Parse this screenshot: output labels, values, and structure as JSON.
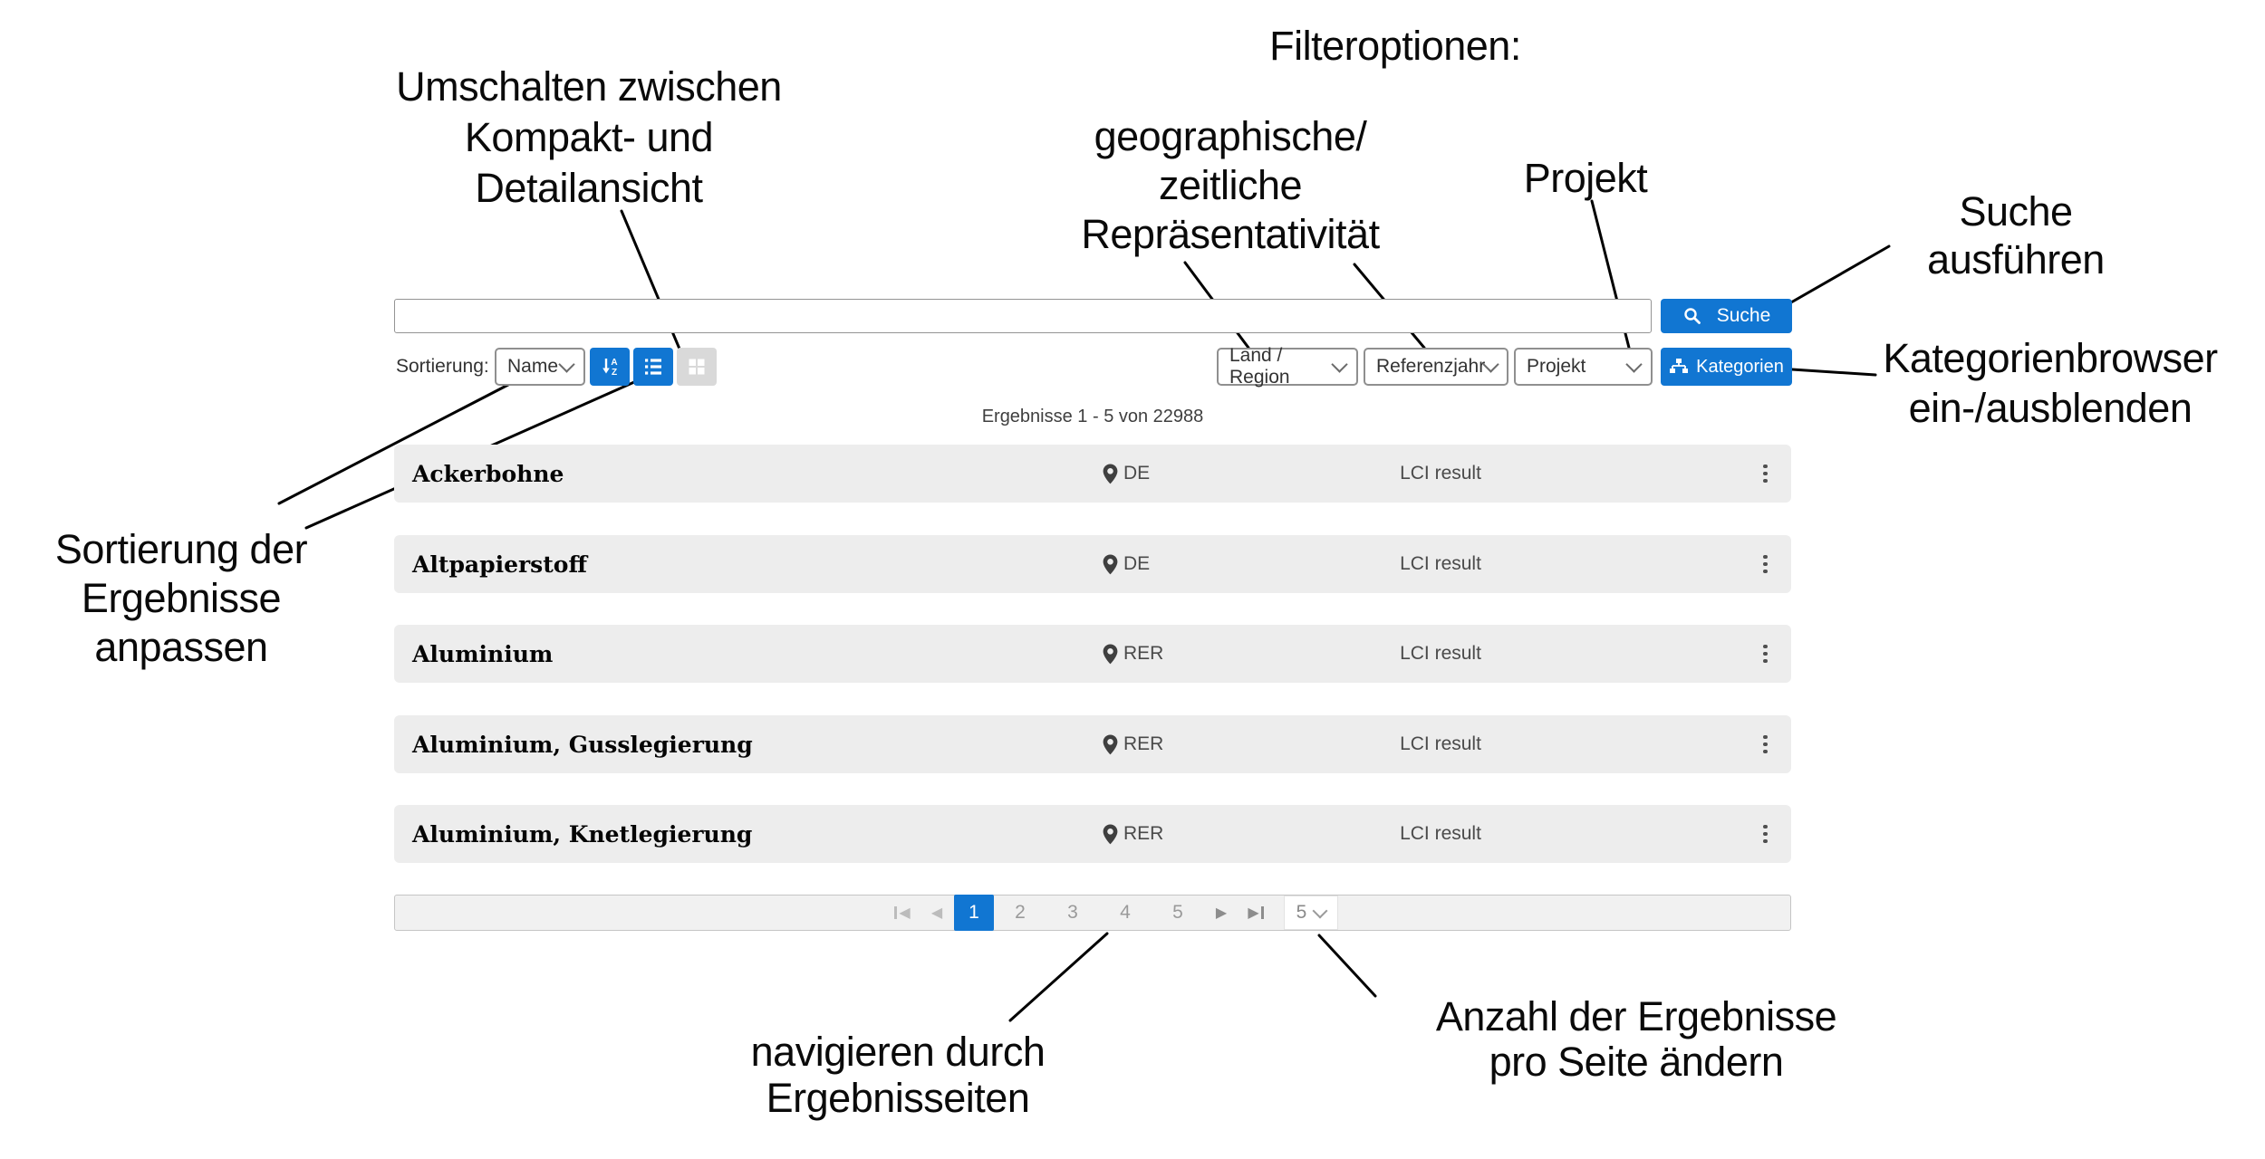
{
  "annotations": {
    "filter_options": "Filteroptionen:",
    "toggle_view": [
      "Umschalten zwischen",
      "Kompakt- und",
      "Detailansicht"
    ],
    "geo_time": [
      "geographische/",
      "zeitliche",
      "Repräsentativität"
    ],
    "project": "Projekt",
    "run_search": [
      "Suche",
      "ausführen"
    ],
    "category_browser": [
      "Kategorienbrowser",
      "ein-/ausblenden"
    ],
    "adjust_sorting": [
      "Sortierung der",
      "Ergebnisse",
      "anpassen"
    ],
    "navigate_pages": [
      "navigieren durch",
      "Ergebnisseiten"
    ],
    "change_page_size": [
      "Anzahl der Ergebnisse",
      "pro Seite ändern"
    ]
  },
  "search": {
    "value": "",
    "placeholder": "",
    "button_label": "Suche"
  },
  "sorting": {
    "label": "Sortierung:",
    "selected_option": "Name"
  },
  "filters": {
    "region_label": "Land / Region",
    "year_label": "Referenzjahr",
    "project_label": "Projekt",
    "categories_button_label": "Kategorien"
  },
  "results": {
    "summary": "Ergebnisse 1 - 5 von 22988",
    "rows": [
      {
        "name": "Ackerbohne",
        "location": "DE",
        "type": "LCI result"
      },
      {
        "name": "Altpapierstoff",
        "location": "DE",
        "type": "LCI result"
      },
      {
        "name": "Aluminium",
        "location": "RER",
        "type": "LCI result"
      },
      {
        "name": "Aluminium, Gusslegierung",
        "location": "RER",
        "type": "LCI result"
      },
      {
        "name": "Aluminium, Knetlegierung",
        "location": "RER",
        "type": "LCI result"
      }
    ]
  },
  "pagination": {
    "pages": [
      "1",
      "2",
      "3",
      "4",
      "5"
    ],
    "active_page": "1",
    "page_size": "5"
  },
  "icons": {
    "search_button": "magnifier-icon",
    "sort_direction": "sort-alpha-desc-icon",
    "compact_view": "list-view-icon",
    "detail_view": "grid-view-icon",
    "categories": "sitemap-icon",
    "location": "map-pin-icon",
    "row_menu": "kebab-menu-icon",
    "first_page": "first-page-icon",
    "previous_page": "previous-page-icon",
    "next_page": "next-page-icon",
    "last_page": "last-page-icon",
    "dropdown": "chevron-down-icon"
  },
  "colors": {
    "accent_blue": "#1176d2",
    "row_background": "#ededed",
    "pagination_background": "#f1f1f1",
    "inactive_button_gray": "#d9d9d9",
    "annotation_text": "#0a0a0a"
  }
}
